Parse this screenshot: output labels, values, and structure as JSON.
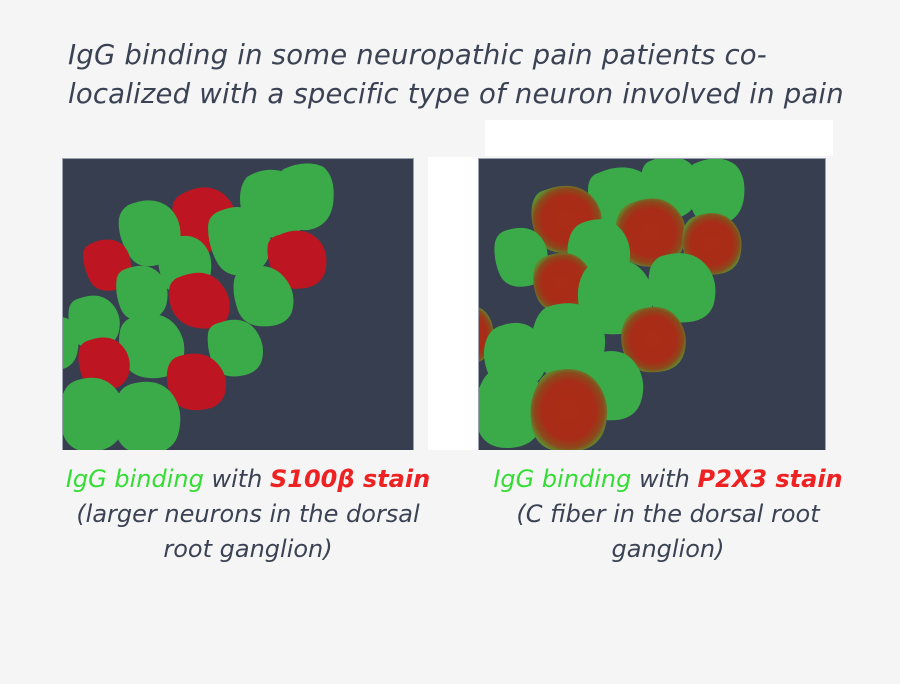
{
  "page": {
    "background_color": "#f5f5f5",
    "text_color": "#3a4254"
  },
  "title": {
    "text": "IgG binding in some neuropathic pain patients co-localized with a specific type of neuron involved in pain"
  },
  "colors": {
    "panel_background": "#373e4f",
    "green_cell": "#3bab4a",
    "red_cell_left": "#bd1622",
    "red_core_right": "#a62c18",
    "caption_green": "#33dd33",
    "caption_red": "#ee2222",
    "caption_dark": "#3a4254",
    "white_block": "#ffffff"
  },
  "panels": {
    "left": {
      "name": "S100beta micrograph",
      "background": "#373e4f",
      "description": "Dark field micrograph of dorsal root ganglion showing separate green and red stained neuron cell bodies"
    },
    "right": {
      "name": "P2X3 micrograph",
      "background": "#373e4f",
      "description": "Dark field micrograph of dorsal root ganglion showing green neurons and co-localized red-core neurons with green halos"
    }
  },
  "captions": {
    "left": {
      "green_text": "IgG binding",
      "with_text": " with",
      "red_text": "S100β stain",
      "rest_text": " (larger neurons in the dorsal root ganglion)"
    },
    "right": {
      "green_text": "IgG binding",
      "with_text": " with",
      "red_text": "P2X3 stain",
      "rest_text": " (C fiber in the dorsal root ganglion)"
    }
  }
}
